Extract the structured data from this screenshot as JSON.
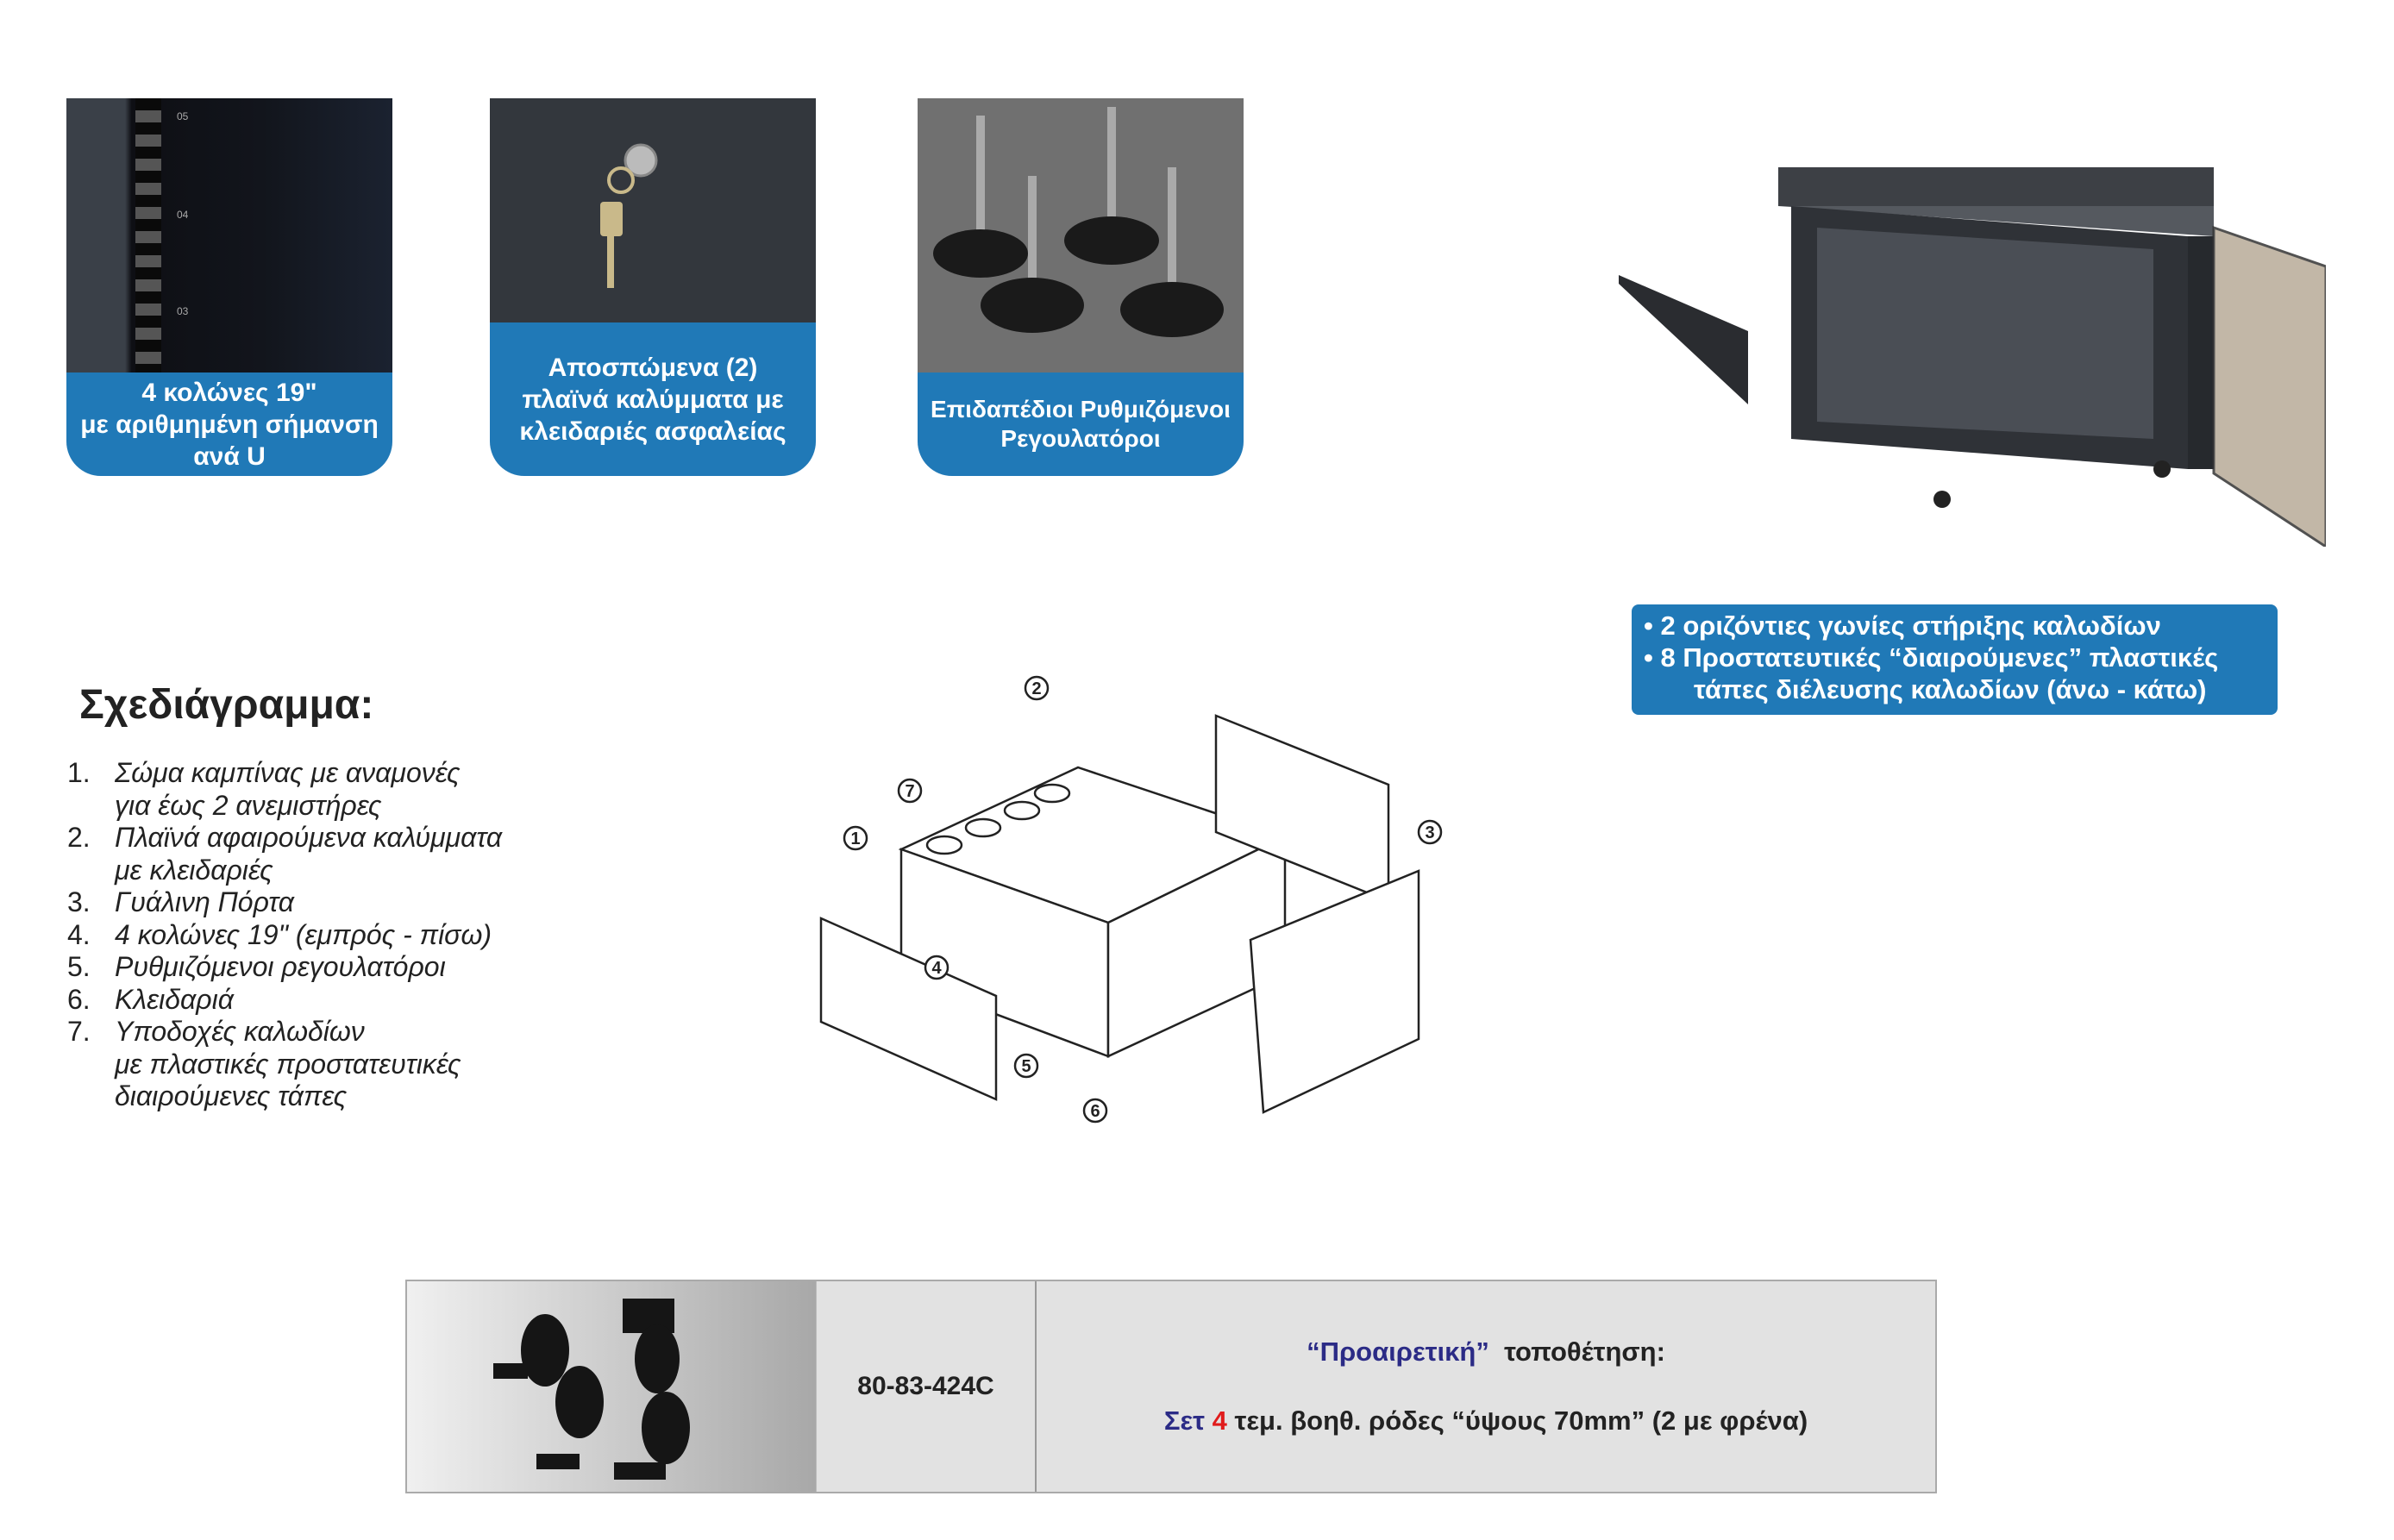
{
  "features": [
    {
      "caption_lines": [
        "4 κολώνες 19\"",
        "με αριθμημένη σήμανση",
        "ανά U"
      ]
    },
    {
      "caption_lines": [
        "Αποσπώμενα (2)",
        "πλαϊνά καλύμματα με",
        "κλειδαριές ασφαλείας"
      ]
    },
    {
      "caption_lines": [
        "Επιδαπέδιοι Ρυθμιζόμενοι",
        "Ρεγουλατόροι"
      ]
    }
  ],
  "rail_labels": [
    "05",
    "04",
    "03"
  ],
  "highlights": {
    "line1": "• 2 οριζόντιες γωνίες στήριξης καλωδίων",
    "line2": "• 8 Προστατευτικές “διαιρούμενες” πλαστικές",
    "line3": "τάπες διέλευσης  καλωδίων (άνω - κάτω)"
  },
  "diagram": {
    "title": "Σχεδιάγραμμα:",
    "items": [
      {
        "n": "1.",
        "lines": [
          "Σώμα καμπίνας με αναμονές",
          "για  έως 2 ανεμιστήρες"
        ]
      },
      {
        "n": "2.",
        "lines": [
          "Πλαϊνά αφαιρούμενα καλύμματα",
          "με κλειδαριές"
        ]
      },
      {
        "n": "3.",
        "lines": [
          "Γυάλινη Πόρτα"
        ]
      },
      {
        "n": "4.",
        "lines": [
          "4 κολώνες 19\" (εμπρός - πίσω)"
        ]
      },
      {
        "n": "5.",
        "lines": [
          "Ρυθμιζόμενοι ρεγουλατόροι"
        ]
      },
      {
        "n": "6.",
        "lines": [
          "Κλειδαριά"
        ]
      },
      {
        "n": "7.",
        "lines": [
          "Υποδοχές καλωδίων",
          "με πλαστικές προστατευτικές",
          "διαιρούμενες τάπες"
        ]
      }
    ],
    "callouts": [
      "1",
      "2",
      "3",
      "4",
      "5",
      "6",
      "7"
    ]
  },
  "accessory": {
    "code": "80-83-424C",
    "optional_word": "“Προαιρετική”",
    "mount_word": "τοποθέτηση:",
    "set_word": "Σετ",
    "qty": "4",
    "desc": "τεμ. βοηθ.  ρόδες  “ύψους 70mm”  (2 με φρένα)"
  }
}
